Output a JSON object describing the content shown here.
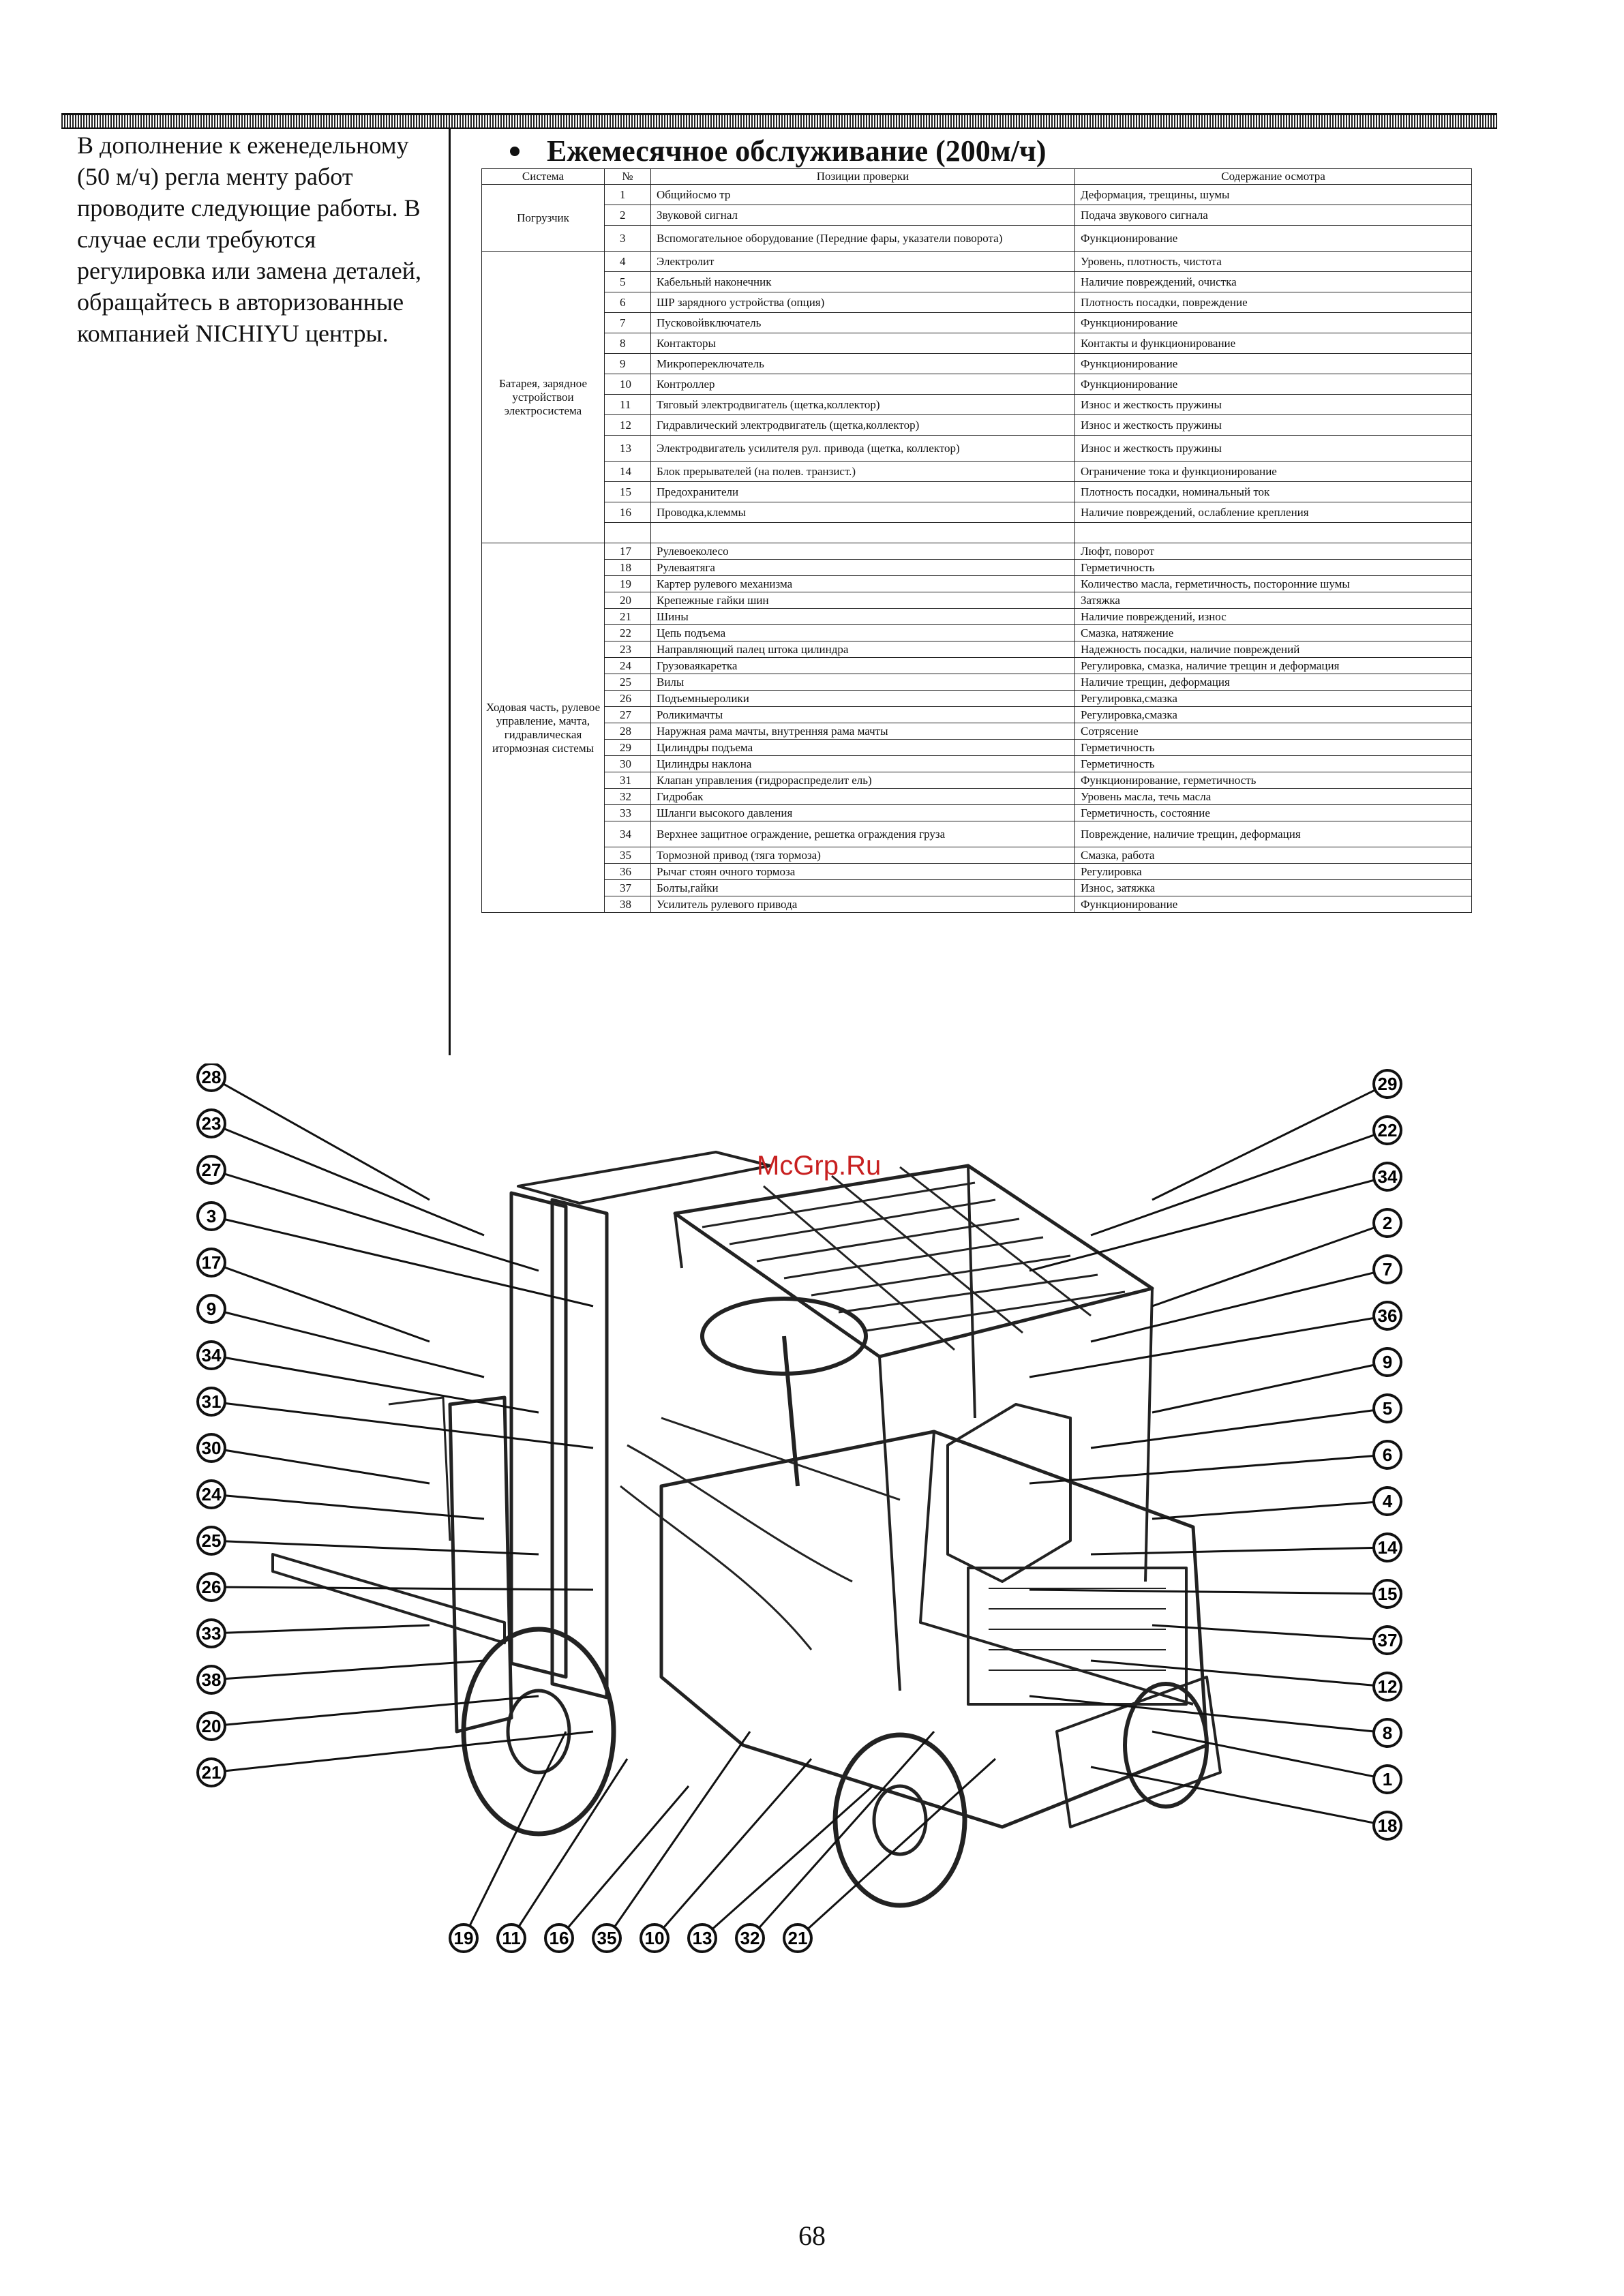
{
  "intro_text": "В дополнение к еженедельному (50 м/ч) регла менту работ проводите следующие работы. В случае если требуются регулировка или замена деталей, обращайтесь в авторизованные компанией NICHIYU центры.",
  "heading": "Ежемесячное обслуживание (200м/ч)",
  "table": {
    "headers": [
      "Система",
      "№",
      "Позиции проверки",
      "Содержание осмотра"
    ],
    "groups": [
      {
        "system": "Погрузчик",
        "rows": [
          {
            "n": "1",
            "item": "Общийосмо тр",
            "content": "Деформация, трещины, шумы"
          },
          {
            "n": "2",
            "item": "Звуковой сигнал",
            "content": "Подача звукового сигнала"
          },
          {
            "n": "3",
            "item": "Вспомогательное оборудование (Передние фары, указатели поворота)",
            "content": "Функционирование"
          }
        ]
      },
      {
        "system": "Батарея, зарядное устройствои электросистема",
        "rows": [
          {
            "n": "4",
            "item": "Электролит",
            "content": "Уровень, плотность, чистота"
          },
          {
            "n": "5",
            "item": "Кабельный наконечник",
            "content": "Наличие повреждений, очистка"
          },
          {
            "n": "6",
            "item": "ШР зарядного устройства (опция)",
            "content": "Плотность посадки, повреждение"
          },
          {
            "n": "7",
            "item": "Пусковойвключатель",
            "content": "Функционирование"
          },
          {
            "n": "8",
            "item": "Контакторы",
            "content": "Контакты и функционирование"
          },
          {
            "n": "9",
            "item": "Микропереключатель",
            "content": "Функционирование"
          },
          {
            "n": "10",
            "item": "Контроллер",
            "content": "Функционирование"
          },
          {
            "n": "11",
            "item": "Тяговый электродвигатель (щетка,коллектор)",
            "content": "Износ и жесткость пружины"
          },
          {
            "n": "12",
            "item": "Гидравлический электродвигатель (щетка,коллектор)",
            "content": "Износ и жесткость пружины"
          },
          {
            "n": "13",
            "item": "Электродвигатель усилителя рул. привода (щетка, коллектор)",
            "content": "Износ и жесткость пружины"
          },
          {
            "n": "14",
            "item": "Блок прерывателей (на полев. транзист.)",
            "content": "Ограничение тока и функционирование"
          },
          {
            "n": "15",
            "item": "Предохранители",
            "content": "Плотность посадки, номинальный ток"
          },
          {
            "n": "16",
            "item": "Проводка,клеммы",
            "content": "Наличие повреждений, ослабление крепления"
          },
          {
            "n": "",
            "item": "",
            "content": ""
          }
        ]
      },
      {
        "system": "Ходовая часть, рулевое управление, мачта, гидравлическая итормозная системы",
        "rows": [
          {
            "n": "17",
            "item": "Рулевоеколесо",
            "content": "Люфт, поворот"
          },
          {
            "n": "18",
            "item": "Рулеваятяга",
            "content": "Герметичность"
          },
          {
            "n": "19",
            "item": "Картер рулевого механизма",
            "content": "Количество масла, герметичность, посторонние шумы"
          },
          {
            "n": "20",
            "item": "Крепежные гайки шин",
            "content": "Затяжка"
          },
          {
            "n": "21",
            "item": "Шины",
            "content": "Наличие повреждений, износ"
          },
          {
            "n": "22",
            "item": "Цепь подъема",
            "content": "Смазка, натяжение"
          },
          {
            "n": "23",
            "item": "Направляющий палец штока цилиндра",
            "content": "Надежность посадки, наличие повреждений"
          },
          {
            "n": "24",
            "item": "Грузоваякаретка",
            "content": "Регулировка, смазка, наличие трещин и деформация"
          },
          {
            "n": "25",
            "item": "Вилы",
            "content": "Наличие трещин, деформация"
          },
          {
            "n": "26",
            "item": "Подъемныеролики",
            "content": "Регулировка,смазка"
          },
          {
            "n": "27",
            "item": "Роликимачты",
            "content": "Регулировка,смазка"
          },
          {
            "n": "28",
            "item": "Наружная рама мачты, внутренняя рама мачты",
            "content": "Сотрясение"
          },
          {
            "n": "29",
            "item": "Цилиндры подъема",
            "content": "Герметичность"
          },
          {
            "n": "30",
            "item": "Цилиндры наклона",
            "content": "Герметичность"
          },
          {
            "n": "31",
            "item": "Клапан управления (гидрораспределит ель)",
            "content": "Функционирование, герметичность"
          },
          {
            "n": "32",
            "item": "Гидробак",
            "content": "Уровень масла, течь масла"
          },
          {
            "n": "33",
            "item": "Шланги высокого давления",
            "content": "Герметичность, состояние"
          },
          {
            "n": "34",
            "item": "Верхнее защитное ограждение, решетка ограждения груза",
            "content": "Повреждение, наличие трещин, деформация"
          },
          {
            "n": "35",
            "item": "Тормозной привод (тяга тормоза)",
            "content": "Смазка, работа"
          },
          {
            "n": "36",
            "item": "Рычаг стоян очного тормоза",
            "content": "Регулировка"
          },
          {
            "n": "37",
            "item": "Болты,гайки",
            "content": "Износ, затяжка"
          },
          {
            "n": "38",
            "item": "Усилитель рулевого привода",
            "content": "Функционирование"
          }
        ]
      }
    ]
  },
  "diagram": {
    "left_callouts": [
      "28",
      "23",
      "27",
      "3",
      "17",
      "9",
      "34",
      "31",
      "30",
      "24",
      "25",
      "26",
      "33",
      "38",
      "20",
      "21"
    ],
    "right_callouts": [
      "29",
      "22",
      "34",
      "2",
      "7",
      "36",
      "9",
      "5",
      "6",
      "4",
      "14",
      "15",
      "37",
      "12",
      "8",
      "1",
      "18"
    ],
    "bottom_callouts": [
      "19",
      "11",
      "16",
      "35",
      "10",
      "13",
      "32",
      "21"
    ]
  },
  "watermark": "McGrp.Ru",
  "page_number": "68"
}
